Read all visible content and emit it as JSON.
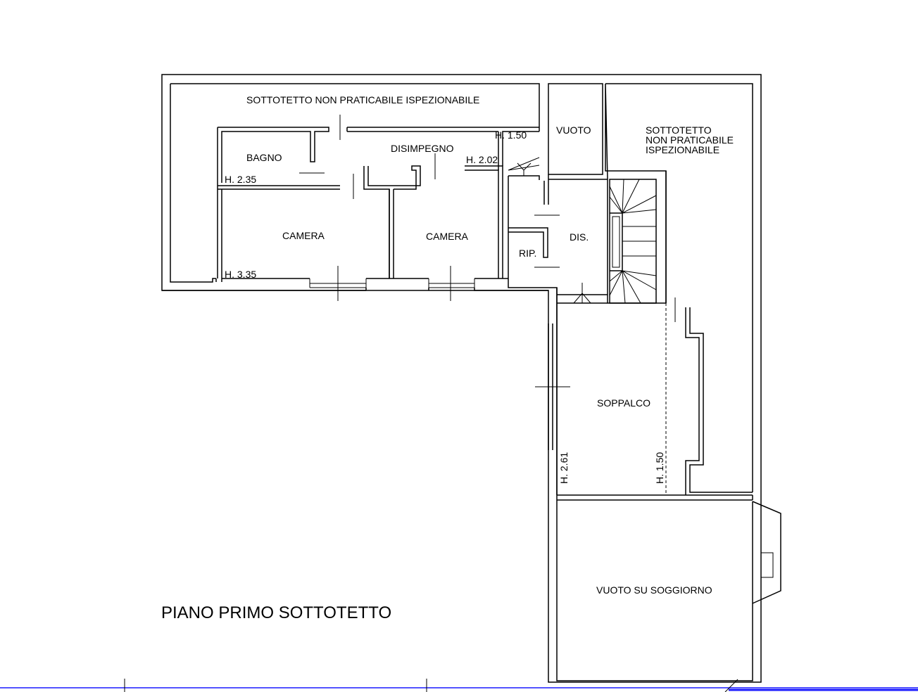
{
  "plan": {
    "title": "PIANO PRIMO SOTTOTETTO",
    "rooms": {
      "attic_top": "SOTTOTETTO NON PRATICABILE ISPEZIONABILE",
      "bagno": "BAGNO",
      "disimpegno": "DISIMPEGNO",
      "camera_1": "CAMERA",
      "camera_2": "CAMERA",
      "vuoto": "VUOTO",
      "attic_right_line1": "SOTTOTETTO",
      "attic_right_line2": "NON PRATICABILE",
      "attic_right_line3": "ISPEZIONABILE",
      "dis": "DIS.",
      "rip": "RIP.",
      "soppalco": "SOPPALCO",
      "vuoto_soggiorno": "VUOTO SU SOGGIORNO"
    },
    "heights": {
      "h150_top": "H. 1.50",
      "h202": "H. 2.02",
      "h235": "H. 2.35",
      "h335": "H. 3.35",
      "h261": "H. 2.61",
      "h150_soppalco": "H. 1.50"
    }
  }
}
